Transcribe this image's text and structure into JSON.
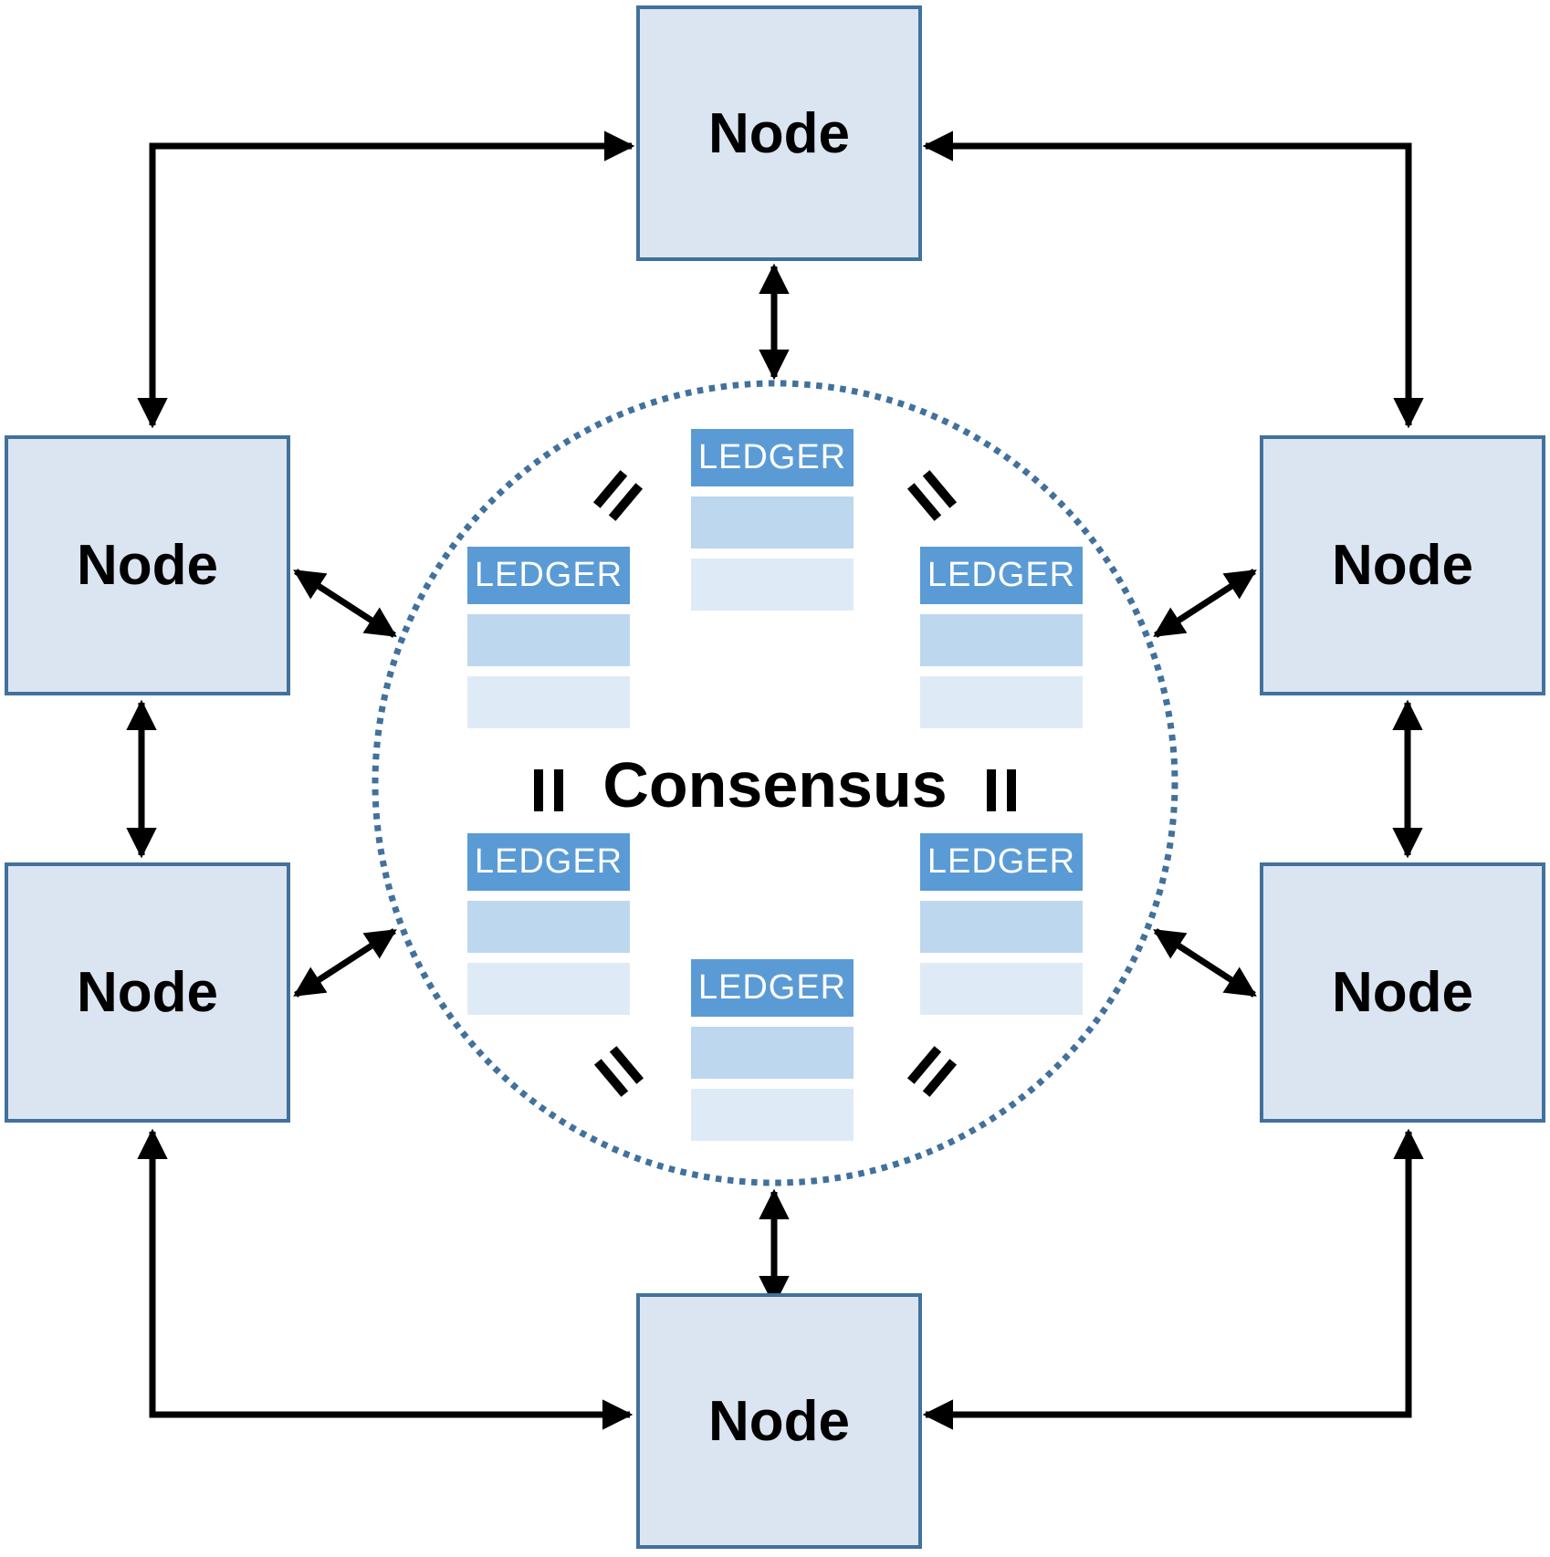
{
  "diagram": {
    "consensus_label": "Consensus",
    "nodes": [
      {
        "position": "top",
        "label": "Node"
      },
      {
        "position": "upper-left",
        "label": "Node"
      },
      {
        "position": "upper-right",
        "label": "Node"
      },
      {
        "position": "lower-left",
        "label": "Node"
      },
      {
        "position": "lower-right",
        "label": "Node"
      },
      {
        "position": "bottom",
        "label": "Node"
      }
    ],
    "ledgers": [
      {
        "position": "top",
        "label": "LEDGER",
        "rows": 2
      },
      {
        "position": "upper-left",
        "label": "LEDGER",
        "rows": 2
      },
      {
        "position": "upper-right",
        "label": "LEDGER",
        "rows": 2
      },
      {
        "position": "lower-left",
        "label": "LEDGER",
        "rows": 2
      },
      {
        "position": "lower-right",
        "label": "LEDGER",
        "rows": 2
      },
      {
        "position": "bottom",
        "label": "LEDGER",
        "rows": 2
      }
    ],
    "equals_symbols": {
      "glyph": "=",
      "meaning": "ledger copies identical",
      "count": 6,
      "positions": [
        "upper-left",
        "upper-right",
        "middle-left",
        "middle-right",
        "lower-left",
        "lower-right"
      ]
    },
    "connections": [
      {
        "from": "node-upper-left",
        "to": "node-top",
        "style": "elbow",
        "bidirectional": true
      },
      {
        "from": "node-upper-right",
        "to": "node-top",
        "style": "elbow",
        "bidirectional": true
      },
      {
        "from": "node-lower-left",
        "to": "node-bottom",
        "style": "elbow",
        "bidirectional": true
      },
      {
        "from": "node-lower-right",
        "to": "node-bottom",
        "style": "elbow",
        "bidirectional": true
      },
      {
        "from": "node-upper-left",
        "to": "node-lower-left",
        "style": "straight",
        "bidirectional": true
      },
      {
        "from": "node-upper-right",
        "to": "node-lower-right",
        "style": "straight",
        "bidirectional": true
      },
      {
        "from": "node-top",
        "to": "consensus-circle",
        "style": "straight",
        "bidirectional": true
      },
      {
        "from": "node-bottom",
        "to": "consensus-circle",
        "style": "straight",
        "bidirectional": true
      },
      {
        "from": "node-upper-left",
        "to": "consensus-circle",
        "style": "straight",
        "bidirectional": true
      },
      {
        "from": "node-lower-left",
        "to": "consensus-circle",
        "style": "straight",
        "bidirectional": true
      },
      {
        "from": "node-upper-right",
        "to": "consensus-circle",
        "style": "straight",
        "bidirectional": true
      },
      {
        "from": "node-lower-right",
        "to": "consensus-circle",
        "style": "straight",
        "bidirectional": true
      }
    ]
  },
  "colors": {
    "node-fill": "#dbe5f1",
    "node-border": "#41719c",
    "ledger-header": "#5b9bd5",
    "ledger-row-1": "#bdd7ee",
    "ledger-row-2": "#deebf7",
    "circle-dotted": "#41719c",
    "arrow": "#000000",
    "label-text": "#000000"
  }
}
